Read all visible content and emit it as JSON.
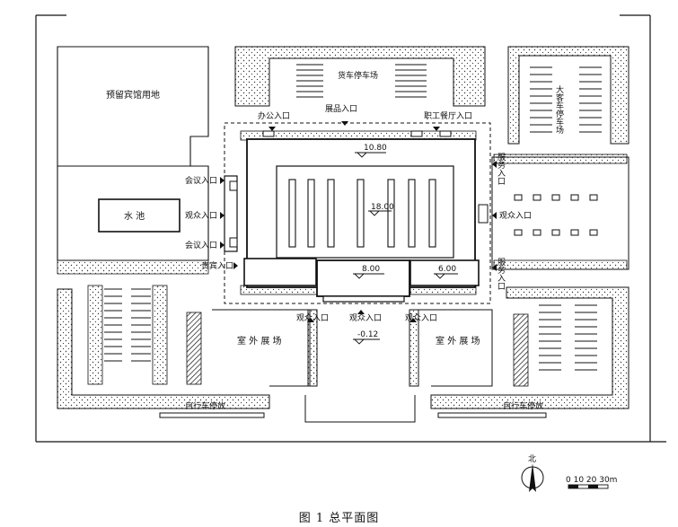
{
  "caption": "图 1    总平面图",
  "labels": {
    "truck_parking": "货车停车场",
    "reserved_hotel": "预留宾馆用地",
    "pool": "水 池",
    "bus_parking": "大客车停车场",
    "office_entrance": "办公入口",
    "exhibit_entrance": "展品入口",
    "staff_dining_entrance": "职工餐厅入口",
    "meeting_entrance_1": "会议入口",
    "meeting_entrance_2": "会议入口",
    "visitor_entrance_west": "观众入口",
    "visitor_entrance_east": "观众入口",
    "vip_entrance": "贵宾入口",
    "service_entrance_1": "服务入口",
    "service_entrance_2": "服务入口",
    "visitor_entrance_s1": "观众入口",
    "visitor_entrance_s2": "观众入口",
    "visitor_entrance_s3": "观众入口",
    "outdoor_exhibit_w": "室 外 展 场",
    "outdoor_exhibit_e": "室 外 展 场",
    "bike_parking_w": "自行车停放",
    "bike_parking_e": "自行车停放",
    "north": "北",
    "scale": "0  10  20  30m"
  },
  "elevations": {
    "e1": "10.80",
    "e2": "18.00",
    "e3": "8.00",
    "e4": "6.00",
    "e5": "-0.12"
  }
}
